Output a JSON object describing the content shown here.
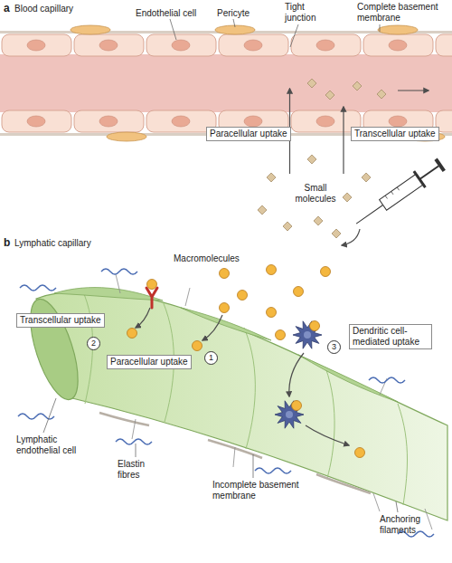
{
  "diagram": {
    "nodes": [
      {
        "text": [
          "Paracellular uptake"
        ]
      },
      {
        "text": [
          "Transcellular uptake"
        ]
      },
      {
        "text": [
          "Transcellular uptake"
        ]
      },
      {
        "text": [
          "2"
        ]
      },
      {
        "text": [
          "Dendritic cell-mediated uptake"
        ]
      },
      {
        "text": [
          "3"
        ]
      },
      {
        "text": [
          "Paracellular uptake"
        ]
      },
      {
        "text": [
          "1"
        ]
      }
    ],
    "labels": [
      "a",
      "Blood capillary",
      "Endothelial cell",
      "Pericyte",
      "Tight junction",
      "Complete basement membrane",
      "Small molecules",
      "b",
      "Lymphatic capillary",
      "Macromolecules",
      "Lymphatic endothelial cell",
      "Elastin fibres",
      "Incomplete basement membrane",
      "Anchoring filaments"
    ]
  }
}
